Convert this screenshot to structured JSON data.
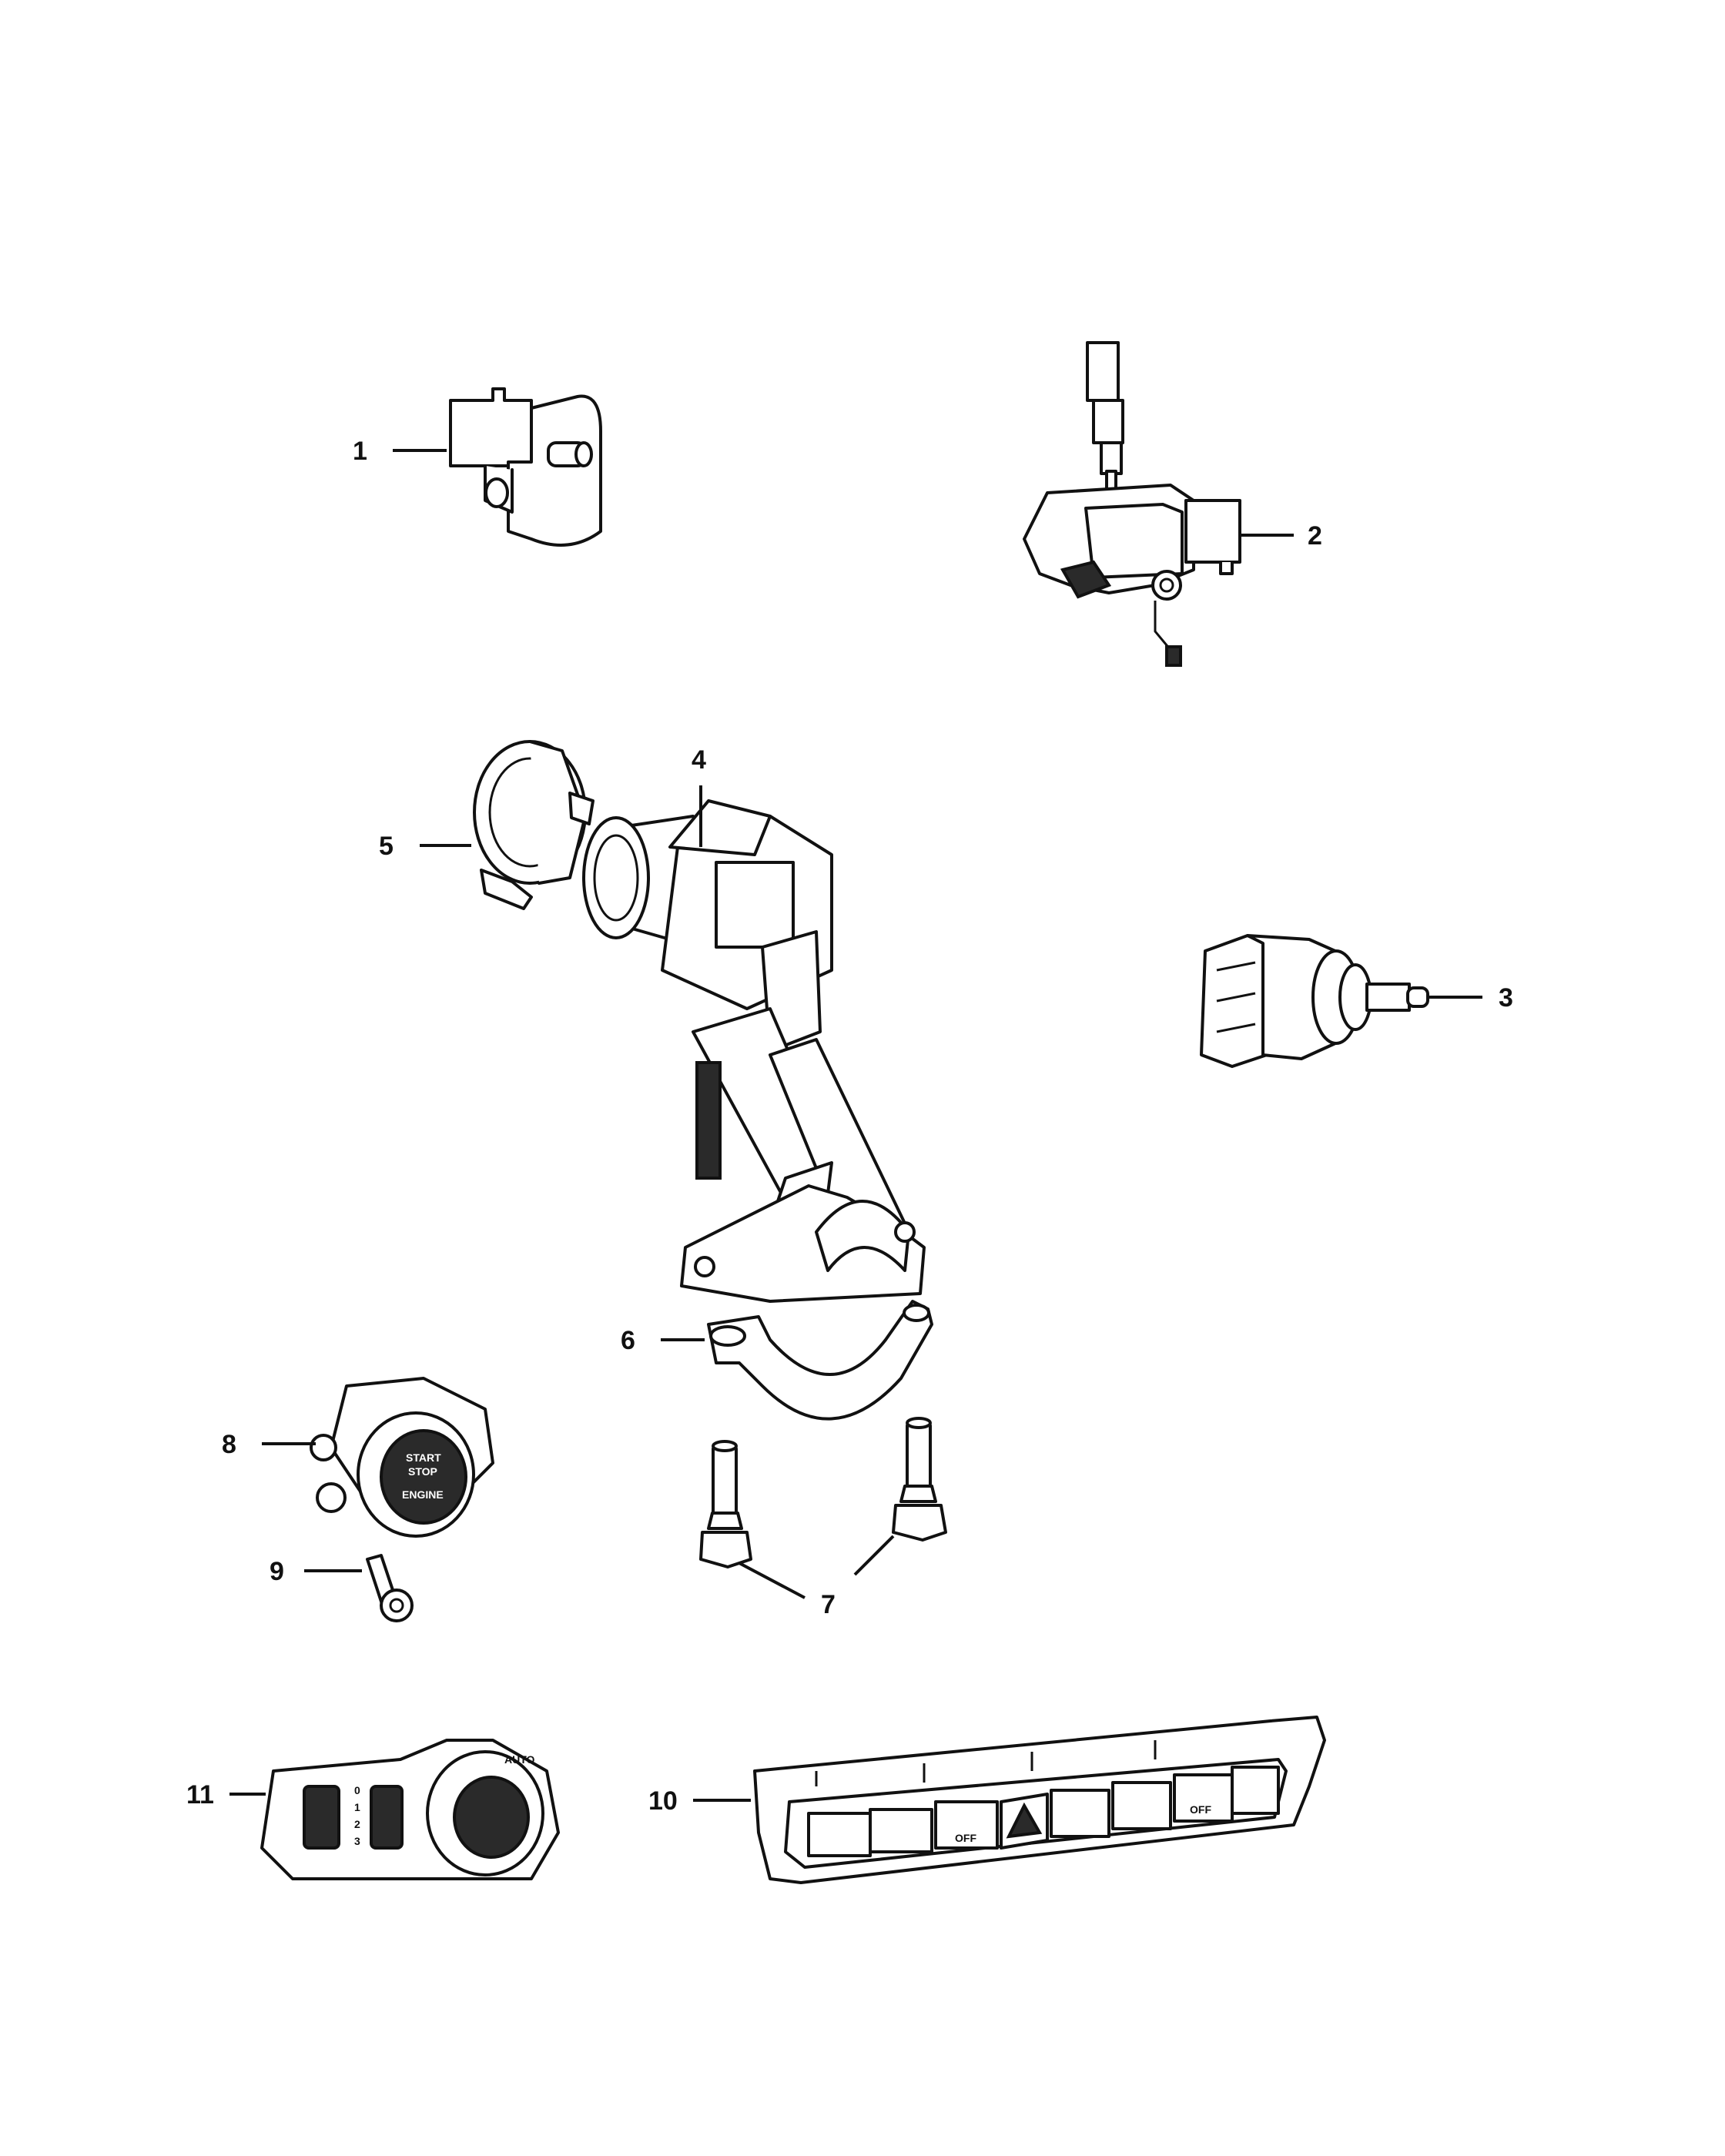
{
  "diagram": {
    "callouts": [
      {
        "id": "c1",
        "label": "1"
      },
      {
        "id": "c2",
        "label": "2"
      },
      {
        "id": "c3",
        "label": "3"
      },
      {
        "id": "c4",
        "label": "4"
      },
      {
        "id": "c5",
        "label": "5"
      },
      {
        "id": "c6",
        "label": "6"
      },
      {
        "id": "c7",
        "label": "7"
      },
      {
        "id": "c8",
        "label": "8"
      },
      {
        "id": "c9",
        "label": "9"
      },
      {
        "id": "c10",
        "label": "10"
      },
      {
        "id": "c11",
        "label": "11"
      }
    ],
    "start_button": {
      "line1": "START",
      "line2": "STOP",
      "line3": "ENGINE"
    },
    "headlamp_switch": {
      "auto_label": "AUTO",
      "dial_marks": [
        "0",
        "1",
        "2",
        "3"
      ]
    },
    "control_panel": {
      "off_label_1": "OFF",
      "off_label_2": "OFF"
    }
  }
}
